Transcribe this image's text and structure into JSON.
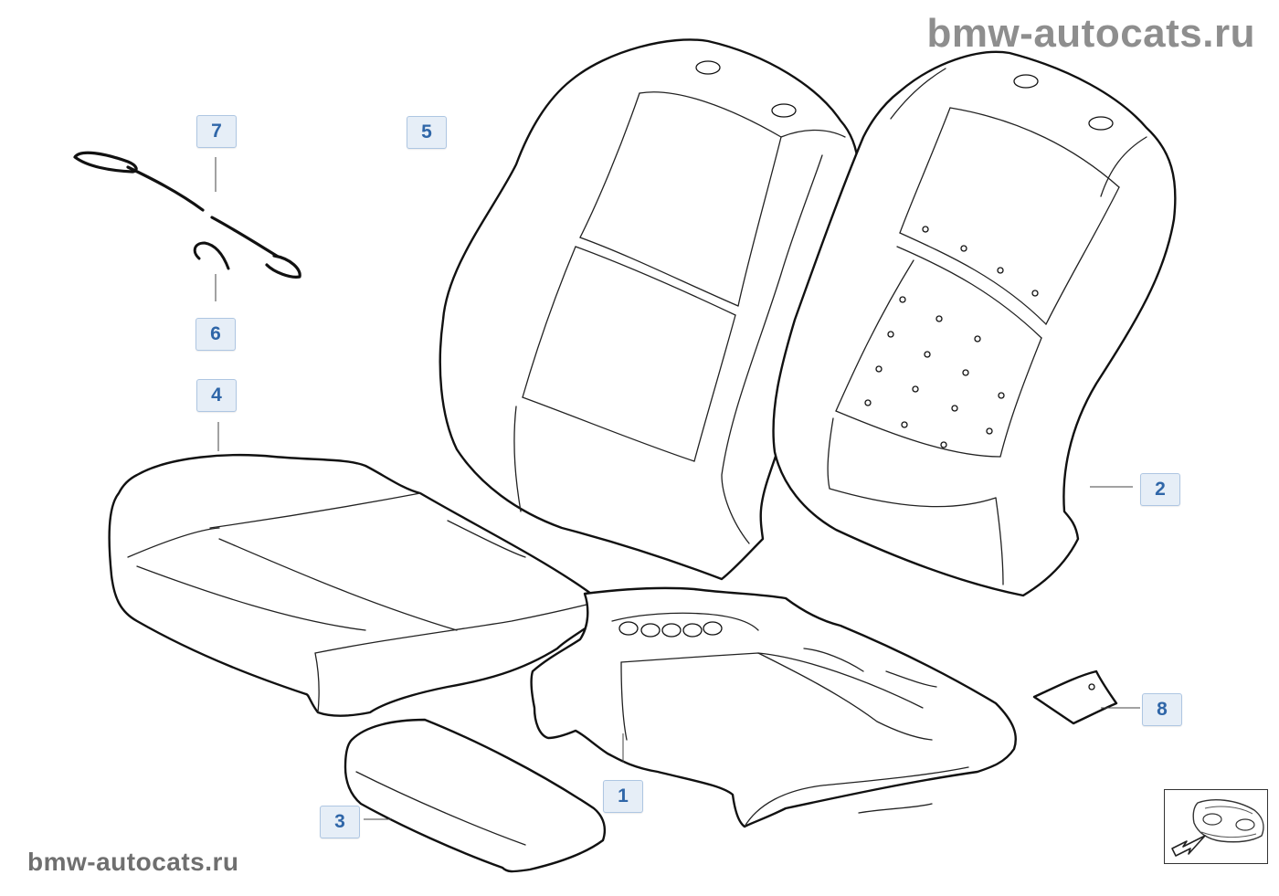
{
  "watermark": {
    "top": "bmw-autocats.ru",
    "bottom": "bmw-autocats.ru"
  },
  "callouts": [
    {
      "id": "1",
      "label": "1"
    },
    {
      "id": "2",
      "label": "2"
    },
    {
      "id": "3",
      "label": "3"
    },
    {
      "id": "4",
      "label": "4"
    },
    {
      "id": "5",
      "label": "5"
    },
    {
      "id": "6",
      "label": "6"
    },
    {
      "id": "7",
      "label": "7"
    },
    {
      "id": "8",
      "label": "8"
    }
  ],
  "icons": {
    "navigation": "car-front-arrow-icon"
  },
  "colors": {
    "callout_text": "#2f66a8",
    "callout_fill": "#e6eef7",
    "callout_border": "#aec6e2",
    "watermark": "#8e8e8e",
    "line": "#111111"
  }
}
